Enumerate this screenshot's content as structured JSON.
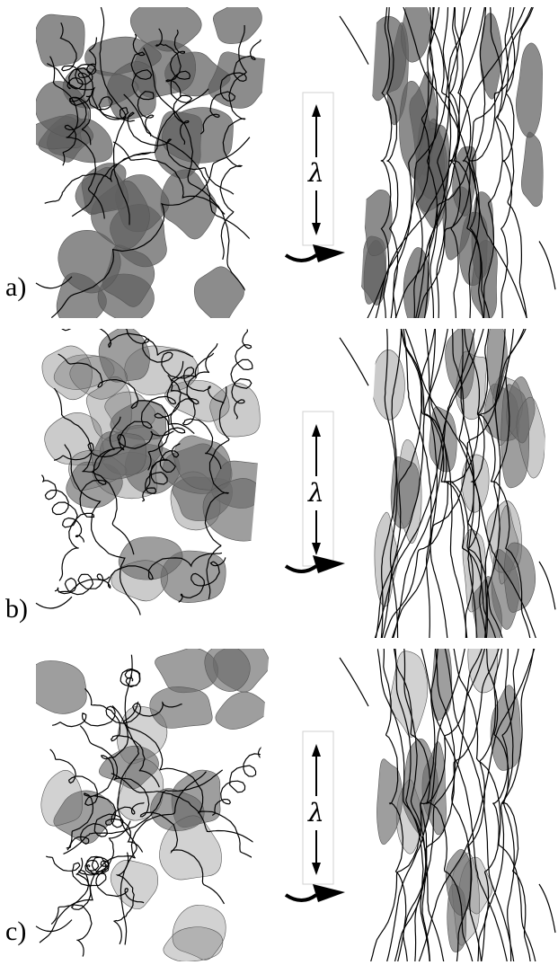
{
  "figure": {
    "panels": [
      {
        "label": "a)",
        "arrow_symbol": "λ",
        "blob_fill": "#5f5f5f",
        "blob_opacity": [
          0.72,
          0.72,
          0.72,
          0.72,
          0.72,
          0.72,
          0.72,
          0.72
        ],
        "chain_color": "#000000"
      },
      {
        "label": "b)",
        "arrow_symbol": "λ",
        "blob_fill": "#6a6a6a",
        "blob_opacity": [
          0.65,
          0.35,
          0.65,
          0.35,
          0.65,
          0.35,
          0.65,
          0.35
        ],
        "chain_color": "#000000"
      },
      {
        "label": "c)",
        "arrow_symbol": "λ",
        "blob_fill": "#6a6a6a",
        "blob_opacity": [
          0.65,
          0.3,
          0.0,
          0.65,
          0.0,
          0.3,
          0.65,
          0.0
        ],
        "chain_color": "#000000"
      }
    ]
  }
}
